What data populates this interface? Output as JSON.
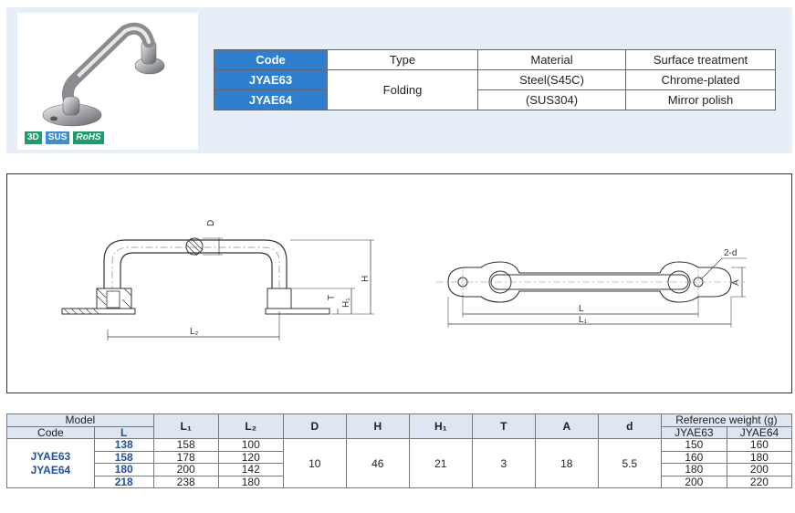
{
  "badges": [
    "3D",
    "SUS",
    "RoHS"
  ],
  "spec_table": {
    "headers": [
      "Code",
      "Type",
      "Material",
      "Surface treatment"
    ],
    "codes": [
      "JYAE63",
      "JYAE64"
    ],
    "type": "Folding",
    "materials": [
      "Steel(S45C)",
      "(SUS304)"
    ],
    "surfaces": [
      "Chrome-plated",
      "Mirror polish"
    ]
  },
  "drawing_labels": {
    "D": "D",
    "H": "H",
    "H1": "H₁",
    "T": "T",
    "L2": "L₂",
    "L": "L",
    "L1": "L₁",
    "A": "A",
    "twod": "2-d"
  },
  "dims_table": {
    "header": {
      "model": "Model",
      "code": "Code",
      "L": "L",
      "L1": "L₁",
      "L2": "L₂",
      "D": "D",
      "H": "H",
      "H1": "H₁",
      "T": "T",
      "A": "A",
      "d": "d",
      "weight": "Reference weight (g)",
      "w63": "JYAE63",
      "w64": "JYAE64"
    },
    "codes": [
      "JYAE63",
      "JYAE64"
    ],
    "shared": {
      "D": "10",
      "H": "46",
      "H1": "21",
      "T": "3",
      "A": "18",
      "d": "5.5"
    },
    "rows": [
      {
        "L": "138",
        "L1": "158",
        "L2": "100",
        "w63": "150",
        "w64": "160"
      },
      {
        "L": "158",
        "L1": "178",
        "L2": "120",
        "w63": "160",
        "w64": "180"
      },
      {
        "L": "180",
        "L1": "200",
        "L2": "142",
        "w63": "180",
        "w64": "200"
      },
      {
        "L": "218",
        "L1": "238",
        "L2": "180",
        "w63": "200",
        "w64": "220"
      }
    ]
  }
}
